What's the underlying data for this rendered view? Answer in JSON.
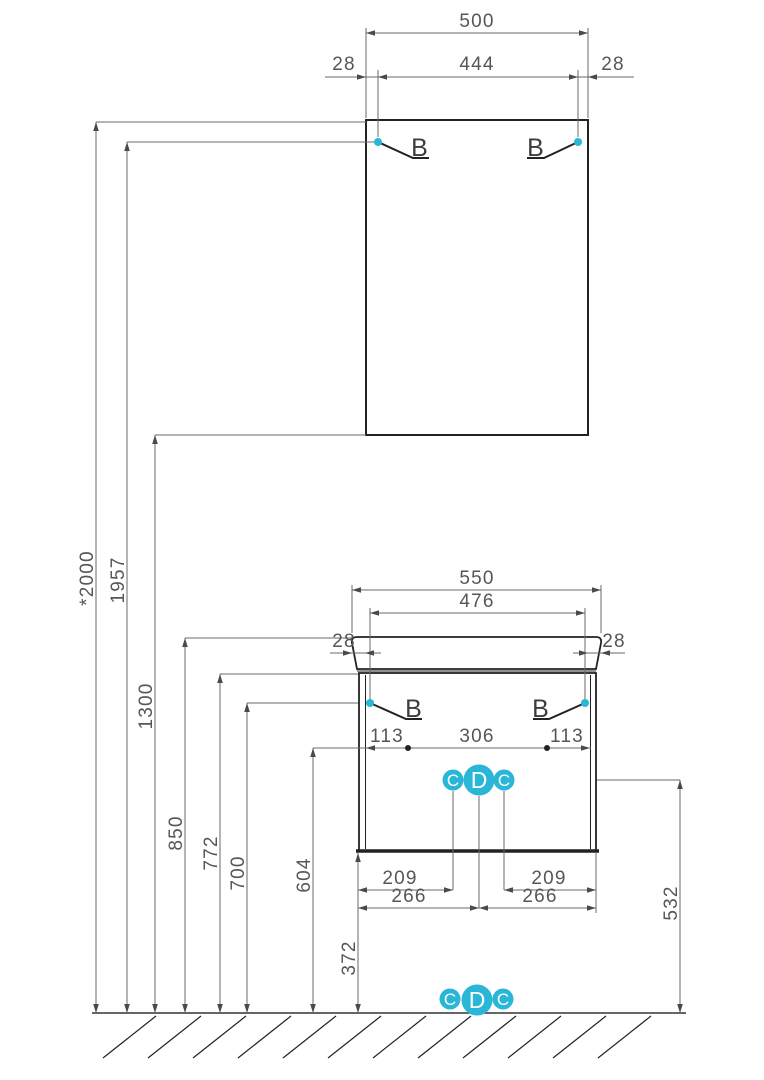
{
  "mirror": {
    "width": "500",
    "hanger_span": "444",
    "hanger_offset_left": "28",
    "hanger_offset_right": "28",
    "hanger_label": "B"
  },
  "vanity": {
    "top_width": "550",
    "hinge_span": "476",
    "hinge_offset_left": "28",
    "hinge_offset_right": "28",
    "hinge_label": "B",
    "mount_inset_left": "113",
    "mount_spacing": "306",
    "mount_inset_right": "113"
  },
  "heights": {
    "mirror_top": "*2000",
    "mirror_hangers": "1957",
    "mirror_bottom": "1300",
    "basin_rim": "850",
    "vanity_top": "772",
    "hinges": "700",
    "mount_line": "604",
    "vanity_bottom": "372",
    "outlets": "532"
  },
  "outlets": {
    "c_label": "C",
    "d_label": "D"
  },
  "floor_offsets": {
    "c_left": "209",
    "c_right": "209",
    "d_left": "266",
    "d_right": "266"
  },
  "colors": {
    "accent": "#29b6d7",
    "line": "#222222",
    "dim_line": "#6a6a6a",
    "text": "#565656"
  }
}
